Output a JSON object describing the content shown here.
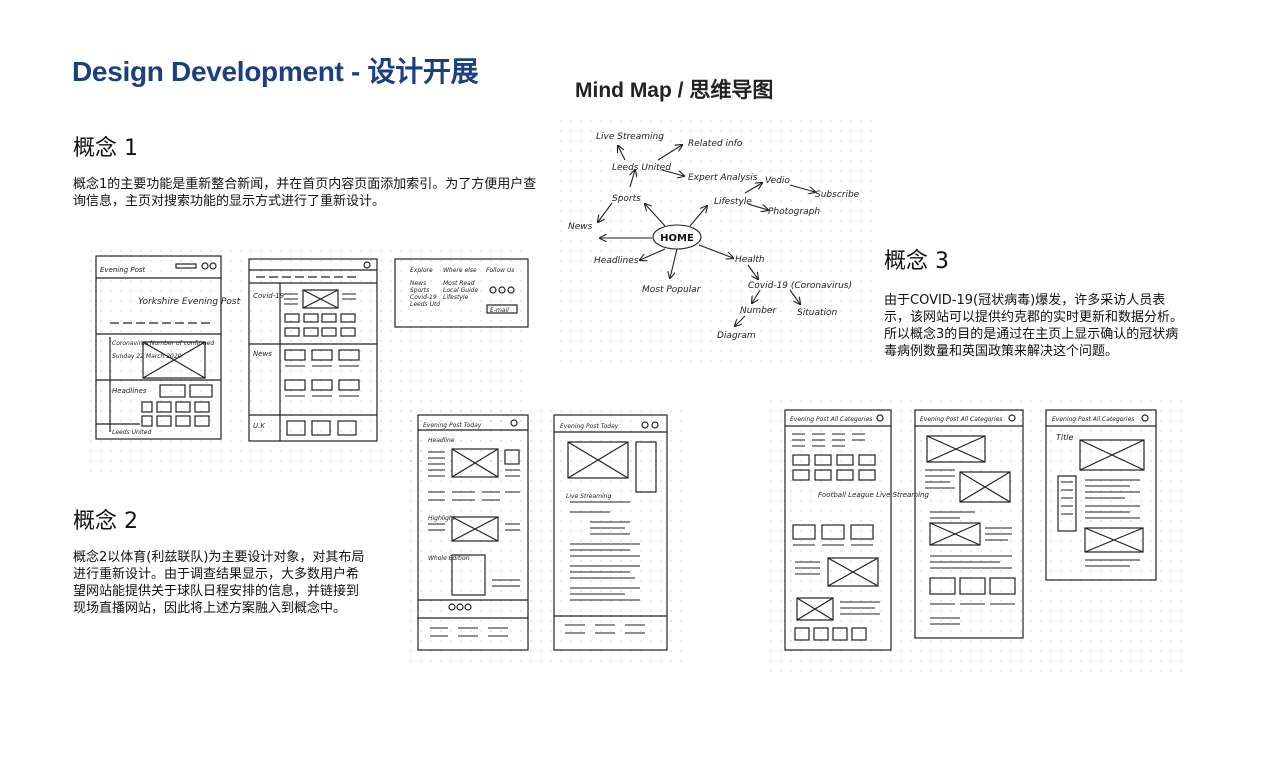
{
  "page": {
    "title": "Design Development - 设计开展",
    "mindmap_title": "Mind  Map / 思维导图"
  },
  "concepts": [
    {
      "heading": "概念 1",
      "body": "概念1的主要功能是重新整合新闻，并在首页内容页面添加索引。为了方便用户查询信息，主页对搜索功能的显示方式进行了重新设计。"
    },
    {
      "heading": "概念 2",
      "body": "概念2以体育(利兹联队)为主要设计对象，对其布局进行重新设计。由于调查结果显示，大多数用户希望网站能提供关于球队日程安排的信息，并链接到现场直播网站，因此将上述方案融入到概念中。"
    },
    {
      "heading": "概念 3",
      "body": "由于COVID-19(冠状病毒)爆发，许多采访人员表示，该网站可以提供约克郡的实时更新和数据分析。所以概念3的目的是通过在主页上显示确认的冠状病毒病例数量和英国政策来解决这个问题。"
    }
  ],
  "mindmap": {
    "center": "HOME",
    "nodes": [
      "Live Streaming",
      "Related info",
      "Leeds United",
      "Expert Analysis",
      "Vedio",
      "Subscribe",
      "Sports",
      "Lifestyle",
      "Photograph",
      "News",
      "Headlines",
      "Health",
      "Most Popular",
      "Covid-19 (Coronavirus)",
      "Number",
      "Situation",
      "Diagram"
    ]
  },
  "sketches": {
    "c1_brand": "Evening Post",
    "c1_hero": "Yorkshire Evening Post",
    "c1_covid": "Coronavirus Number of confirmed",
    "c1_date": "Sunday 22 March 2020",
    "c1_headlines": "Headlines",
    "c1_leeds": "Leeds United",
    "c1_sec_covid": "Covid-19",
    "c1_sec_news": "News",
    "c1_sec_uk": "U.K",
    "footer_explore": "Explore",
    "footer_news": "News",
    "footer_sports": "Sports",
    "footer_covid": "Covid-19",
    "footer_leeds": "Leeds Utd",
    "footer_where": "Where else",
    "footer_mostread": "Most Read",
    "footer_localguide": "Local Guide",
    "footer_lifestyle": "Lifestyle",
    "footer_follow": "Follow Us",
    "footer_email": "E-mail",
    "c2_brand": "Evening Post  Today",
    "c2_headline": "Headline",
    "c2_highlight": "Highlight",
    "c2_whole": "Whole Edition",
    "c2_live": "Live Streaming",
    "c3_brand": "Evening Post  All Categories",
    "c3_football": "Football League Live Streaming",
    "c3_title": "Title"
  }
}
